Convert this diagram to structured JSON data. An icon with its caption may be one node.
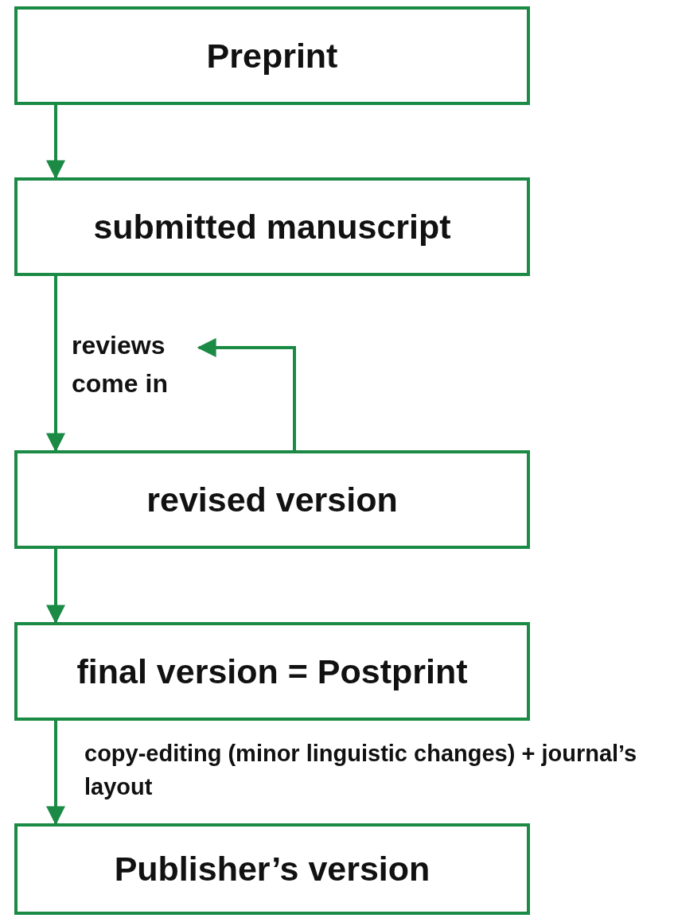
{
  "diagram": {
    "nodes": [
      {
        "text": [
          "Preprint"
        ]
      },
      {
        "text": [
          "submitted manuscript"
        ]
      },
      {
        "text": [
          "reviews come in"
        ]
      },
      {
        "text": [
          "revised version"
        ]
      },
      {
        "text": [
          "final version = Postprint"
        ]
      },
      {
        "text": [
          "Publisher’s version"
        ]
      }
    ],
    "edges": [
      {
        "from": 0,
        "to": 1,
        "arrow": "to"
      },
      {
        "from": 1,
        "to": 3,
        "arrow": "to"
      },
      {
        "from": 3,
        "to": 2,
        "arrow": "to"
      },
      {
        "from": 3,
        "to": 4,
        "arrow": "to"
      },
      {
        "from": 4,
        "to": 5,
        "arrow": "to",
        "label": "copy-editing (minor linguistic changes) + journal’s layout"
      }
    ]
  }
}
